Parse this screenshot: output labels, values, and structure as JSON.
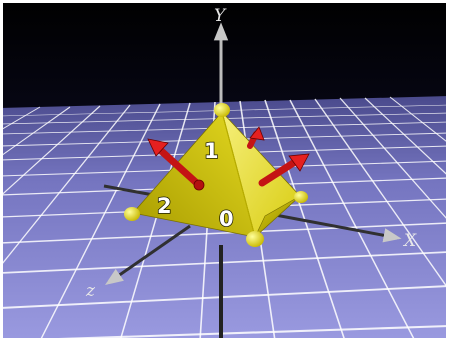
{
  "axes": {
    "x_label": "X",
    "y_label": "Y",
    "z_label": "z"
  },
  "faces": {
    "face_1_label": "1",
    "face_2_label": "2",
    "face_0_label": "0"
  },
  "colors": {
    "sky_top": "#000000",
    "horizon": "#3a3a78",
    "floor": "#8f8fd6",
    "grid_line": "#ffffff",
    "pyramid": "#e6dc23",
    "vertex_marker": "#f2e500",
    "normal_arrow": "#dd1c1c",
    "axis_color": "#c8c8c8"
  }
}
